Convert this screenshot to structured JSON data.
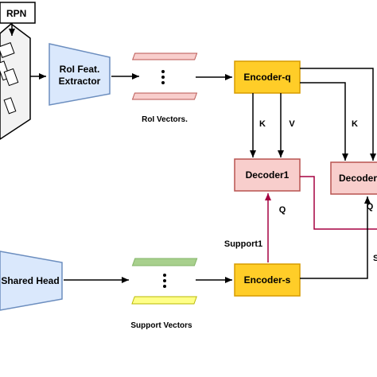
{
  "blocks": {
    "rpn": "RPN",
    "roi_extractor_line1": "RoI Feat.",
    "roi_extractor_line2": "Extractor",
    "shared_head": "Shared Head",
    "encoder_q": "Encoder-q",
    "encoder_s": "Encoder-s",
    "decoder1": "Decoder1",
    "decoder2_partial": "Decoder"
  },
  "captions": {
    "roi_vectors": "RoI Vectors.",
    "support_vectors": "Support Vectors"
  },
  "edge_labels": {
    "k_left": "K",
    "v": "V",
    "k_right": "K",
    "q_decoder1": "Q",
    "q_decoder2": "Q",
    "support1": "Support1",
    "support2_partial": "S"
  },
  "colors": {
    "trapezoid_fill": "#dae8fc",
    "trapezoid_stroke": "#6c8ebf",
    "encoder_fill": "#ffcd28",
    "encoder_stroke": "#d79b00",
    "decoder_fill": "#f8cecc",
    "decoder_stroke": "#b85450",
    "roi_vector_fill": "#f8cecc",
    "support_green": "#a8d08d",
    "support_yellow": "#ffff88",
    "support_arrow": "#a50040"
  }
}
